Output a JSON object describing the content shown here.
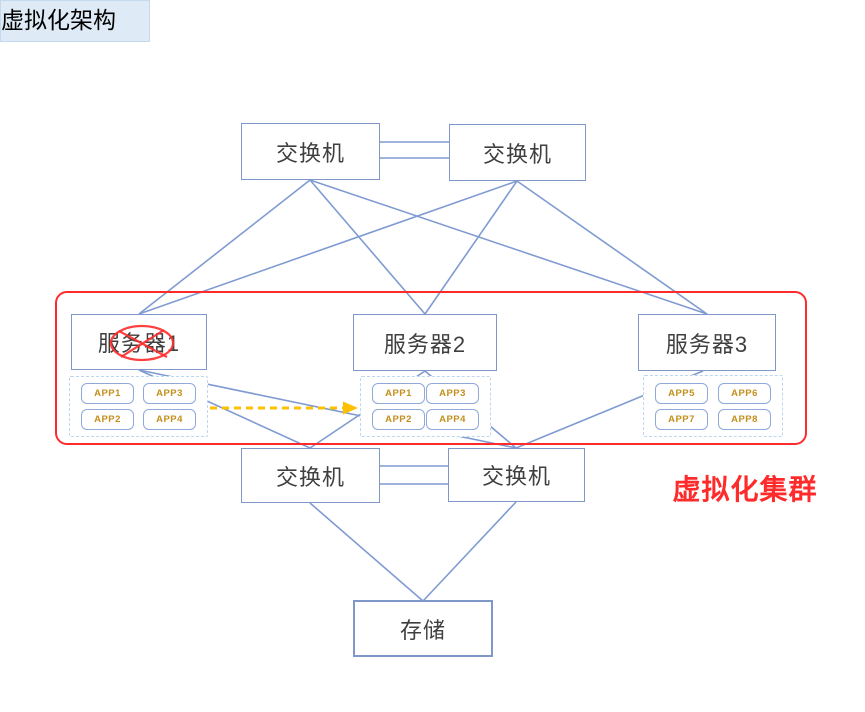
{
  "diagram": {
    "title": "虚拟化架构",
    "cluster_label": "虚拟化集群",
    "top_switches": [
      {
        "label": "交换机"
      },
      {
        "label": "交换机"
      }
    ],
    "servers": [
      {
        "name": "服务器1",
        "failed": true,
        "apps": [
          "APP1",
          "APP3",
          "APP2",
          "APP4"
        ]
      },
      {
        "name": "服务器2",
        "failed": false,
        "apps": [
          "APP1",
          "APP3",
          "APP2",
          "APP4"
        ]
      },
      {
        "name": "服务器3",
        "failed": false,
        "apps": [
          "APP5",
          "APP6",
          "APP7",
          "APP8"
        ]
      }
    ],
    "bottom_switches": [
      {
        "label": "交换机"
      },
      {
        "label": "交换机"
      }
    ],
    "storage": {
      "label": "存储"
    },
    "migration_arrow": {
      "from": "服务器1",
      "to": "服务器2",
      "style": "dashed"
    },
    "colors": {
      "connector": "#7f9bd2",
      "box_border": "#7f97c9",
      "app_border": "#8fa9db",
      "container_border": "#bdd7ee",
      "title_bg": "#deeaf6",
      "text": "#3f3f3f",
      "alert_red": "#ff2b2b",
      "migration_gold": "#ffc000",
      "app_text": "#c48f1c"
    }
  }
}
